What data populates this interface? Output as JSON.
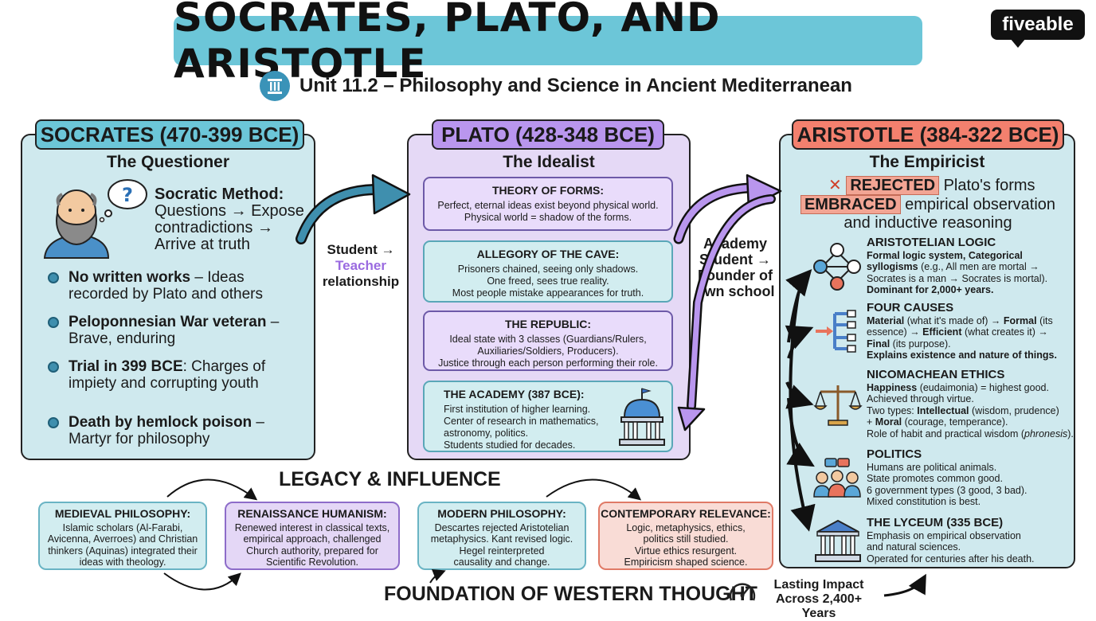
{
  "title": "SOCRATES, PLATO, AND ARISTOTLE",
  "logo": "fiveable",
  "subtitle": "Unit 11.2 – Philosophy and Science in Ancient Mediterranean",
  "socrates": {
    "header": "SOCRATES (470-399 BCE)",
    "role": "The Questioner",
    "method_title": "Socratic Method:",
    "method_lines": [
      "Questions → Expose",
      "contradictions →",
      "Arrive at truth"
    ],
    "bullets": [
      {
        "bold": "No written works",
        "rest": " – Ideas recorded by Plato and others"
      },
      {
        "bold": "Peloponnesian War veteran",
        "rest": " – Brave, enduring"
      },
      {
        "bold": "Trial in 399 BCE",
        "rest": ": Charges of impiety and corrupting youth"
      },
      {
        "bold": "Death by hemlock poison",
        "rest": " – Martyr for philosophy"
      }
    ]
  },
  "link_soc_plato": {
    "line1": "Student →",
    "line2": "Teacher",
    "line3": "relationship"
  },
  "link_plato_ari": {
    "line1": "Academy",
    "line2": "Student →",
    "line3": "Founder of",
    "line4": "own school"
  },
  "plato": {
    "header": "PLATO (428-348 BCE)",
    "role": "The Idealist",
    "cards": [
      {
        "title": "THEORY OF FORMS:",
        "lines": [
          "Perfect, eternal ideas exist beyond physical world.",
          "Physical world = shadow of the forms."
        ]
      },
      {
        "title": "ALLEGORY OF THE CAVE:",
        "lines": [
          "Prisoners chained, seeing only shadows.",
          "One freed, sees true reality.",
          "Most people mistake appearances for truth."
        ]
      },
      {
        "title": "THE REPUBLIC:",
        "lines": [
          "Ideal state with 3 classes (Guardians/Rulers,",
          "Auxiliaries/Soldiers, Producers).",
          "Justice through each person performing their role."
        ]
      },
      {
        "title": "THE ACADEMY (387 BCE):",
        "lines": [
          "First institution of higher learning.",
          "Center of research in mathematics,",
          "astronomy, politics.",
          "Students studied for decades."
        ]
      }
    ]
  },
  "aristotle": {
    "header": "ARISTOTLE (384-322 BCE)",
    "role": "The Empiricist",
    "rejected_tag": "REJECTED",
    "rejected_rest": " Plato's forms",
    "embraced_tag": "EMBRACED",
    "embraced_rest": " empirical observation",
    "embraced_line2": "and inductive reasoning",
    "logic": {
      "title": "ARISTOTELIAN LOGIC",
      "b1": "Formal logic system, Categorical",
      "b2": "syllogisms",
      "t1": " (e.g., All men are mortal →",
      "t2": "Socrates is a man → Socrates is mortal).",
      "b3": "Dominant for 2,000+ years."
    },
    "causes": {
      "title": "FOUR CAUSES",
      "b1": "Material",
      "t1": " (what it's made of) → ",
      "b2": "Formal",
      "t2": " (its",
      "t3": "essence) → ",
      "b3": "Efficient",
      "t4": " (what creates it) →",
      "b4": "Final",
      "t5": " (its purpose).",
      "b5": "Explains existence and nature of things."
    },
    "ethics": {
      "title": "NICOMACHEAN ETHICS",
      "b1": "Happiness",
      "t1": " (eudaimonia) = highest good.",
      "t2": "Achieved through virtue.",
      "t3": "Two types: ",
      "b2": "Intellectual",
      "t4": " (wisdom, prudence)",
      "t5": "+ ",
      "b3": "Moral",
      "t6": " (courage, temperance).",
      "t7": "Role of habit and practical wisdom (",
      "i1": "phronesis",
      "t8": ")."
    },
    "politics": {
      "title": "POLITICS",
      "lines": [
        "Humans are political animals.",
        "State promotes common good.",
        "6 government types (3 good, 3 bad).",
        "Mixed constitution is best."
      ]
    },
    "lyceum": {
      "title": "THE LYCEUM (335 BCE)",
      "lines": [
        "Emphasis on empirical observation",
        "and natural sciences.",
        "Operated for centuries after his death."
      ]
    }
  },
  "legacy": {
    "title": "LEGACY & INFLUENCE",
    "cards": [
      {
        "title": "MEDIEVAL PHILOSOPHY:",
        "lines": [
          "Islamic scholars (Al-Farabi,",
          "Avicenna, Averroes) and Christian",
          "thinkers (Aquinas) integrated their",
          "ideas with theology."
        ]
      },
      {
        "title": "RENAISSANCE HUMANISM:",
        "lines": [
          "Renewed interest in classical texts,",
          "empirical approach, challenged",
          "Church authority, prepared for",
          "Scientific Revolution."
        ]
      },
      {
        "title": "MODERN PHILOSOPHY:",
        "lines": [
          "Descartes rejected Aristotelian",
          "metaphysics. Kant revised logic.",
          "Hegel reinterpreted",
          "causality and change."
        ]
      },
      {
        "title": "CONTEMPORARY RELEVANCE:",
        "lines": [
          "Logic, metaphysics, ethics,",
          "politics still studied.",
          "Virtue ethics resurgent.",
          "Empiricism shaped science."
        ]
      }
    ],
    "foundation": "FOUNDATION OF WESTERN THOUGHT",
    "lasting_line1": "Lasting Impact",
    "lasting_line2": "Across 2,400+ Years"
  },
  "colors": {
    "teal": "#6cc6d8",
    "purple": "#b996ee",
    "coral": "#f3806e",
    "panel_teal": "#cfe9ee",
    "panel_purple": "#e5d9f6"
  },
  "icons": [
    "pillar-icon",
    "socrates-portrait-icon",
    "thought-bubble-icon",
    "academy-building-icon",
    "logic-network-icon",
    "four-causes-icon",
    "scales-icon",
    "people-icon",
    "lyceum-temple-icon",
    "cross-icon",
    "gauge-icon"
  ]
}
